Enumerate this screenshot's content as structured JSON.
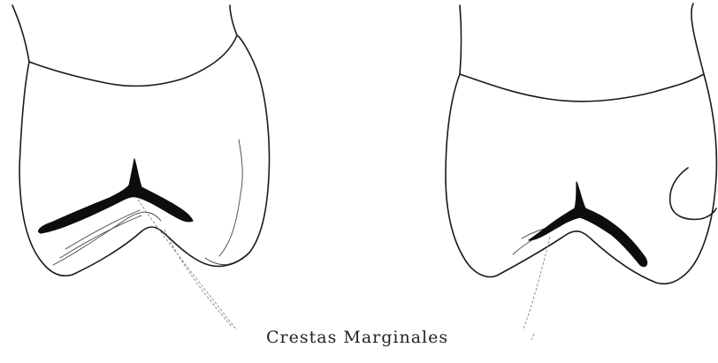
{
  "figure": {
    "caption": "Crestas Marginales"
  },
  "drawings": [
    {
      "name": "tooth-left"
    },
    {
      "name": "tooth-right"
    }
  ]
}
